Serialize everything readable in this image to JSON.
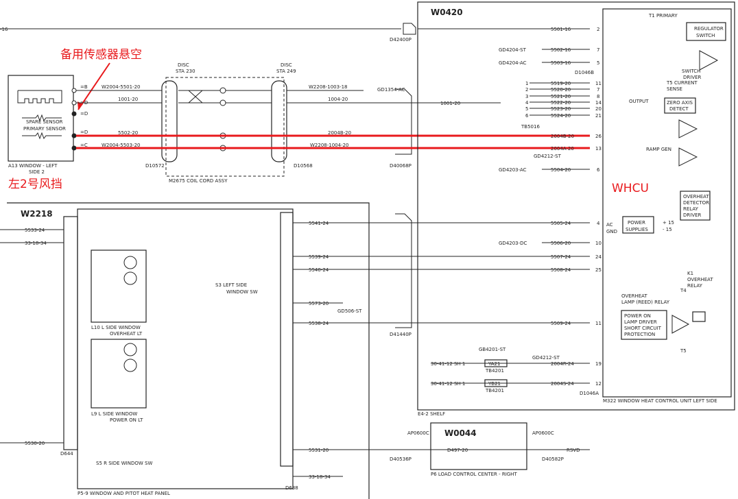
{
  "colors": {
    "ink": "#222222",
    "annotation": "#e8191c",
    "background": "#ffffff"
  },
  "annotations": {
    "spare_sensor_floating": "备用传感器悬空",
    "left_windshield_2": "左2号风挡",
    "whcu": "WHCU"
  },
  "blocks": {
    "w0420": {
      "title": "W0420",
      "footer": "E4-2  SHELF"
    },
    "w2218": {
      "title": "W2218",
      "footer": "P5-9  WINDOW AND PITOT HEAT PANEL"
    },
    "w0044": {
      "title": "W0044",
      "footer": "P6    LOAD CONTROL CENTER - RIGHT"
    },
    "m322": {
      "footer": "M322  WINDOW HEAT CONTROL UNIT LEFT SIDE"
    },
    "a13": {
      "line1": "A13   WINDOW - LEFT",
      "line2": "SIDE 2",
      "spare": "SPARE SENSOR",
      "primary": "PRIMARY SENSOR",
      "pins": [
        "=B",
        "=D",
        "=D",
        "=D",
        "=C"
      ]
    },
    "disc230": {
      "title": "DISC",
      "sta": "STA 230",
      "ref": "D10572"
    },
    "disc249": {
      "title": "DISC",
      "sta": "STA 249",
      "ref": "D10568"
    },
    "coil": "M2675  COIL CORD ASSY",
    "s3": {
      "line1": "S3  LEFT SIDE",
      "line2": "WINDOW SW"
    },
    "s5": "S5  R SIDE WINDOW SW",
    "l10": {
      "line1": "L10   L SIDE WINDOW",
      "line2": "OVERHEAT LT"
    },
    "l9": {
      "line1": "L9   L SIDE WINDOW",
      "line2": "POWER ON LT"
    }
  },
  "wire_labels": {
    "top_left": "-16",
    "w2004": "W2004-5501-20",
    "w1001": "1001-20",
    "w5502_20": "5502-20",
    "w2004_5503": "W2004-5503-20",
    "w2208": "W2208-1003-18",
    "w1004": "1004-20",
    "w2004b": "2004B-20",
    "w2208b": "W2208-1004-20",
    "w1001b": "1001-20",
    "gd1354": "GD1354-AC",
    "d42400p": "D42400P",
    "d40068p": "D40068P",
    "d41440p": "D41440P",
    "w5533": "5533-24",
    "w33_18_34": "33-18-34",
    "w5530": "5530-20",
    "d644": "D644",
    "w5541": "5541-24",
    "w5539": "5539-24",
    "w5540": "5540-24",
    "w5573": "5573-20",
    "gd506": "GD506-ST",
    "w5538": "5538-24",
    "w5531": "5531-20",
    "w33b": "33-18-34",
    "d638": "D638"
  },
  "right_side": {
    "w5501": "5501-16",
    "gd4204_st": "GD4204-ST",
    "gd4204_ac": "GD4204-AC",
    "w5502": "5502-16",
    "w5503": "5503-16",
    "d1046b": "D1046B",
    "tb_lines": [
      "5519-20",
      "5520-20",
      "5521-20",
      "5522-20",
      "5523-20",
      "5524-20"
    ],
    "tb_pins": [
      "11",
      "7",
      "8",
      "14",
      "20",
      "21"
    ],
    "tb_nums": [
      "1",
      "2",
      "3",
      "4",
      "5",
      "6"
    ],
    "tb5016": "TB5016",
    "w2004b_r": "2004B-20",
    "w2004a_r": "2004A-20",
    "gd4212": "GD4212-ST",
    "gd4203_ac": "GD4203-AC",
    "w5504": "5504-20",
    "w5505": "5505-24",
    "gd4203_dc": "GD4203-DC",
    "w5506": "5506-20",
    "w5507": "5507-24",
    "w5508": "5508-24",
    "w5509": "5509-24",
    "gb4201": "GB4201-ST",
    "gd4212b": "GD4212-ST",
    "w2004r": "2004R-24",
    "w2004s": "2004S-24",
    "ya21": "YA21",
    "yb21": "YB21",
    "tb4201": "TB4201",
    "ref3041a": "30-41-12 SH 1",
    "d1046a": "D1046A",
    "w0497": "D497-20",
    "ap0600c": "AP0600C",
    "d40536p": "D40536P",
    "d40582p": "D40582P",
    "rsvd": "RSVD"
  },
  "whcu_internal": {
    "t1_primary": "T1 PRIMARY",
    "regulator": "REGULATOR",
    "switch": "SWITCH",
    "switch_driver": "SWITCH",
    "driver": "DRIVER",
    "t5_current": "T5 CURRENT",
    "sense": "SENSE",
    "output": "OUTPUT",
    "zero_axis": "ZERO AXIS",
    "detect": "DETECT",
    "ramp_gen": "RAMP GEN",
    "power": "POWER",
    "supplies": "SUPPLIES",
    "plus15a": "+ 15",
    "minus15": "- 15",
    "ac": "AC",
    "gnd": "GND",
    "overheat": "OVERHEAT",
    "detector": "DETECTOR",
    "relay": "RELAY",
    "driver2": "DRIVER",
    "k1": "K1",
    "overheat_relay": "OVERHEAT",
    "relay2": "RELAY",
    "t4": "T4",
    "lamp_relay1": "OVERHEAT",
    "lamp_relay2": "LAMP (REED) RELAY",
    "pol1": "POWER ON",
    "pol2": "LAMP DRIVER",
    "pol3": "SHORT CIRCUIT",
    "pol4": "PROTECTION",
    "t5": "T5",
    "pins": [
      "2",
      "7",
      "5",
      "26",
      "13",
      "6",
      "4",
      "10",
      "24",
      "25",
      "11",
      "19",
      "12"
    ]
  }
}
